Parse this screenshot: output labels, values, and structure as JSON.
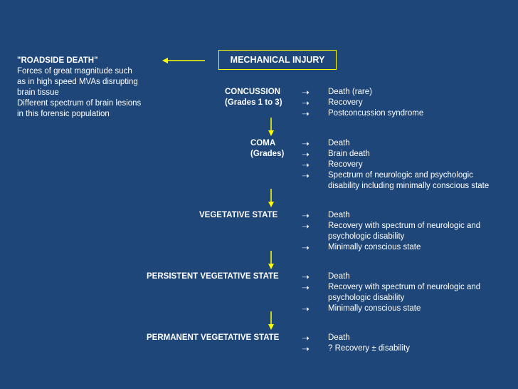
{
  "left_note": {
    "title": "\"ROADSIDE DEATH\"",
    "lines": [
      "Forces of great magnitude such",
      "as in high speed MVAs disrupting",
      "brain tissue",
      "Different spectrum of brain lesions",
      "in this forensic population"
    ]
  },
  "top": {
    "label": "MECHANICAL INJURY"
  },
  "arrow_glyph": "➝",
  "stages": [
    {
      "label": [
        "CONCUSSION",
        "(Grades 1 to 3)"
      ],
      "outcomes": [
        [
          "Death (rare)"
        ],
        [
          "Recovery"
        ],
        [
          "Postconcussion syndrome"
        ]
      ]
    },
    {
      "label": [
        "COMA",
        "(Grades)"
      ],
      "outcomes": [
        [
          "Death"
        ],
        [
          "Brain death"
        ],
        [
          "Recovery"
        ],
        [
          "Spectrum of neurologic and psychologic",
          "disability including minimally conscious state"
        ]
      ]
    },
    {
      "label": [
        "VEGETATIVE STATE"
      ],
      "outcomes": [
        [
          "Death"
        ],
        [
          "Recovery with spectrum of neurologic and",
          "psychologic disability"
        ],
        [
          "Minimally conscious state"
        ]
      ]
    },
    {
      "label": [
        "PERSISTENT VEGETATIVE STATE"
      ],
      "outcomes": [
        [
          "Death"
        ],
        [
          "Recovery with spectrum of neurologic and",
          "psychologic disability"
        ],
        [
          "Minimally conscious state"
        ]
      ]
    },
    {
      "label": [
        "PERMANENT VEGETATIVE STATE"
      ],
      "outcomes": [
        [
          "Death"
        ],
        [
          "? Recovery ± disability"
        ]
      ]
    }
  ]
}
